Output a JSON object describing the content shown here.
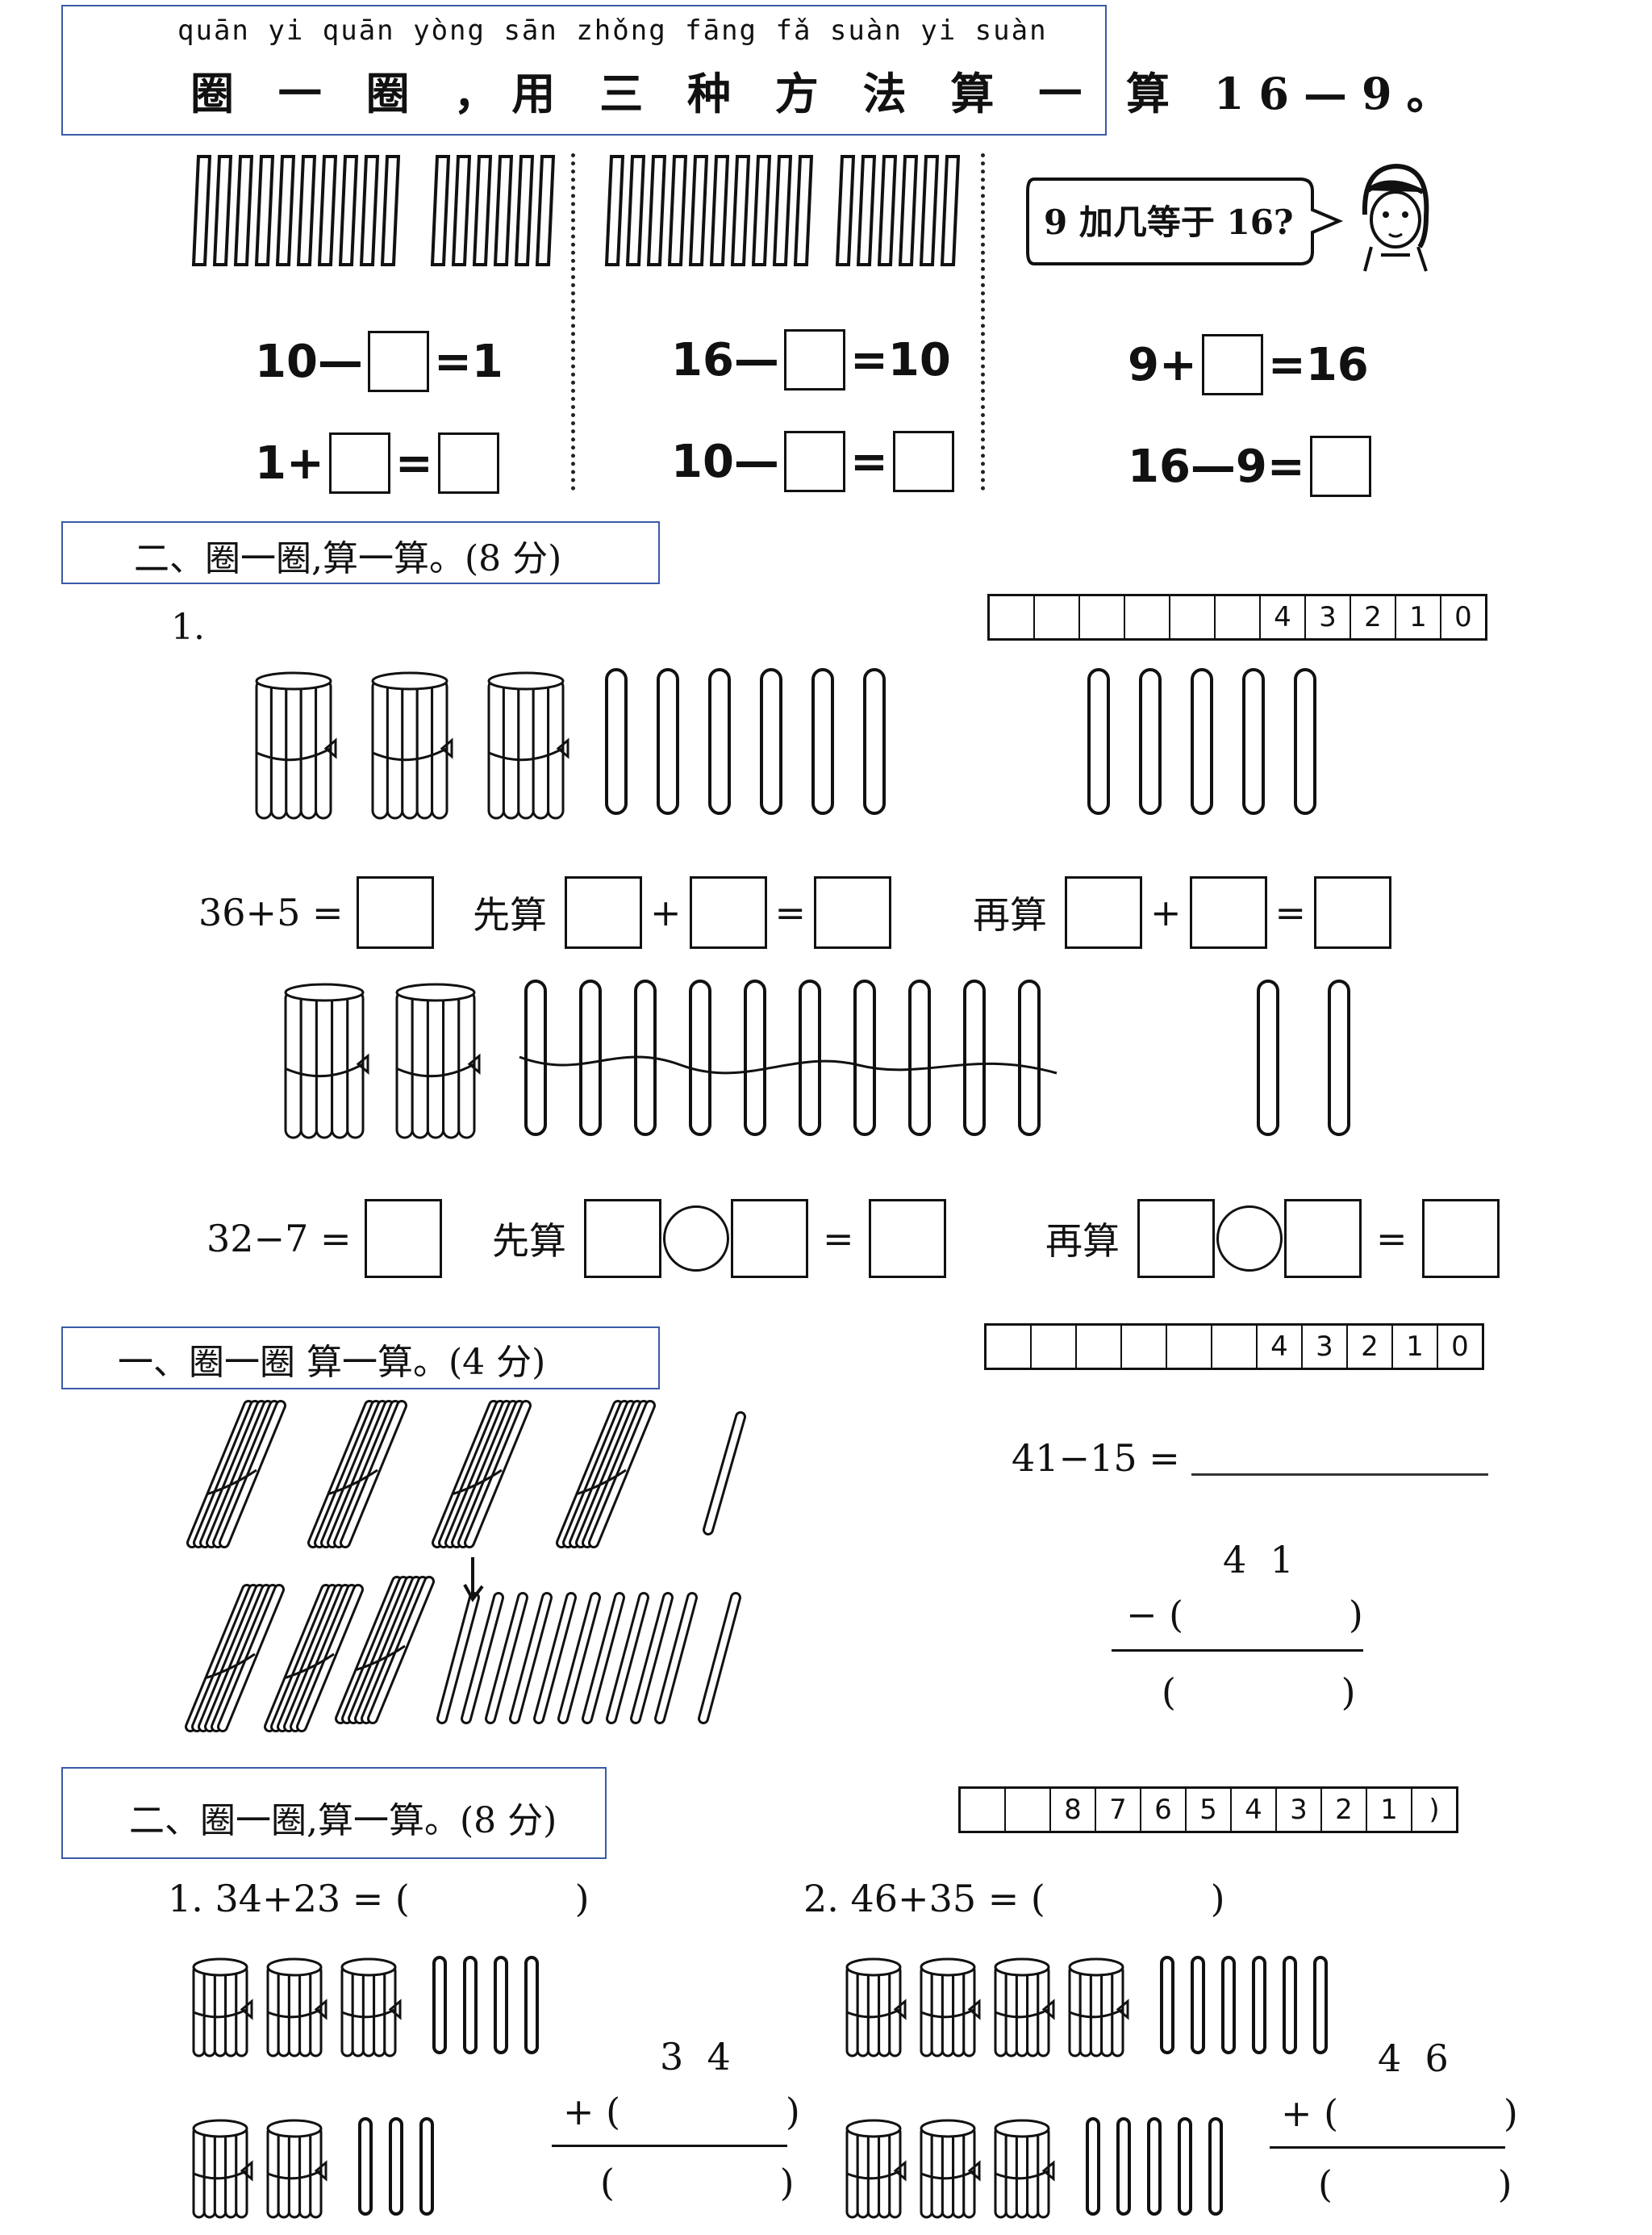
{
  "s1": {
    "pinyin": "quān yi quān  yòng sān zhǒng fāng fǎ suàn yi suàn",
    "title": "圈 一 圈 ，用 三 种 方 法 算 一 算 16—9。",
    "bubble": "9 加几等于 16?",
    "col1": {
      "l1a": "10—",
      "l1b": "=1",
      "l2a": "1+",
      "l2b": "="
    },
    "col2": {
      "l1a": "16—",
      "l1b": "=10",
      "l2a": "10—",
      "l2b": "="
    },
    "col3": {
      "l1a": "9+",
      "l1b": "=16",
      "l2a": "16—9="
    }
  },
  "s2": {
    "title": "二、圈一圈,算一算。(8 分)",
    "item": "1.",
    "place": [
      "",
      "",
      "",
      "",
      "",
      "",
      "4",
      "3",
      "2",
      "1",
      "0"
    ],
    "eq1": {
      "lhs": "36+5 =",
      "first": "先算",
      "then": "再算",
      "plus": "+",
      "equals": "="
    },
    "eq2": {
      "lhs": "32−7 =",
      "first": "先算",
      "then": "再算",
      "equals": "="
    }
  },
  "s3": {
    "title": "一、圈一圈 算一算。(4 分)",
    "place": [
      "",
      "",
      "",
      "",
      "",
      "",
      "4",
      "3",
      "2",
      "1",
      "0"
    ],
    "eq": "41−15 =",
    "top": "4  1",
    "mid": "− (              )",
    "bot": "(              )"
  },
  "s4": {
    "title": "二、圈一圈,算一算。(8 分)",
    "place": [
      "",
      "",
      "8",
      "7",
      "6",
      "5",
      "4",
      "3",
      "2",
      "1",
      ")"
    ],
    "p1": {
      "label": "1. 34+23 = (              )",
      "top": "3  4",
      "mid": "+ (              )",
      "bot": "(              )"
    },
    "p2": {
      "label": "2. 46+35 = (              )",
      "top": "4  6",
      "mid": "+ (              )",
      "bot": "(              )"
    }
  }
}
